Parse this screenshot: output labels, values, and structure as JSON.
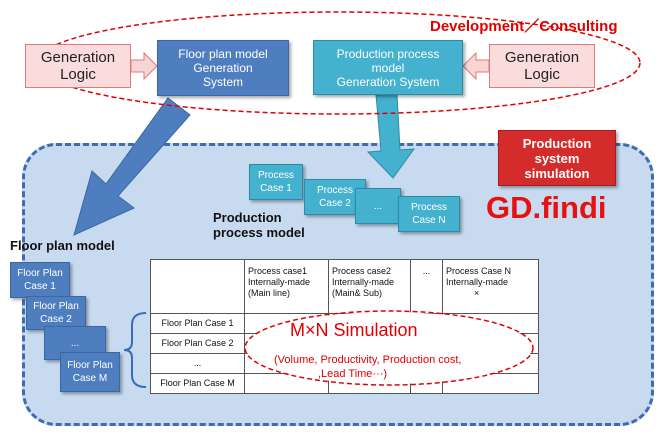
{
  "header": {
    "development_title": "Development／Consulting"
  },
  "generation_logic_left": {
    "line1": "Generation",
    "line2": "Logic"
  },
  "generation_logic_right": {
    "line1": "Generation",
    "line2": "Logic"
  },
  "floor_plan_system": {
    "line1": "Floor plan model",
    "line2": "Generation",
    "line3": "System"
  },
  "production_system": {
    "line1": "Production process",
    "line2": "model",
    "line3": "Generation System"
  },
  "production_simulation_box": {
    "line1": "Production",
    "line2": "system",
    "line3": "simulation"
  },
  "brand": "GD.findi",
  "production_process_model": {
    "title_line1": "Production",
    "title_line2": "process model",
    "cases": [
      {
        "line1": "Process",
        "line2": "Case 1"
      },
      {
        "line1": "Process",
        "line2": "Case 2"
      },
      {
        "line1": "...",
        "line2": ""
      },
      {
        "line1": "Process",
        "line2": "Case N"
      }
    ]
  },
  "floor_plan_model": {
    "title": "Floor plan model",
    "cases": [
      {
        "line1": "Floor Plan",
        "line2": "Case 1"
      },
      {
        "line1": "Floor Plan",
        "line2": "Case 2"
      },
      {
        "line1": "...",
        "line2": ""
      },
      {
        "line1": "Floor Plan",
        "line2": "Case M"
      }
    ]
  },
  "matrix": {
    "columns": [
      {
        "line1": "Process case1",
        "line2": "Internally-made",
        "line3": "(Main line)"
      },
      {
        "line1": "Process case2",
        "line2": "Internally-made",
        "line3": "(Main& Sub)"
      },
      {
        "line1": "...",
        "line2": "",
        "line3": ""
      },
      {
        "line1": "Process Case N",
        "line2": "Internally-made",
        "line3": "×"
      }
    ],
    "rows": [
      "Floor Plan Case 1",
      "Floor Plan Case 2",
      "...",
      "Floor Plan Case M"
    ]
  },
  "simulation": {
    "title": "M×N Simulation",
    "subtitle_line1": "(Volume, Productivity, Production cost,",
    "subtitle_line2": ",Lead Time···)"
  },
  "colors": {
    "accent_red": "#e00000",
    "model_blue": "#4f7ec0",
    "model_teal": "#44b1cf",
    "area_fill": "#c7daf0",
    "area_border": "#3b6db0"
  }
}
